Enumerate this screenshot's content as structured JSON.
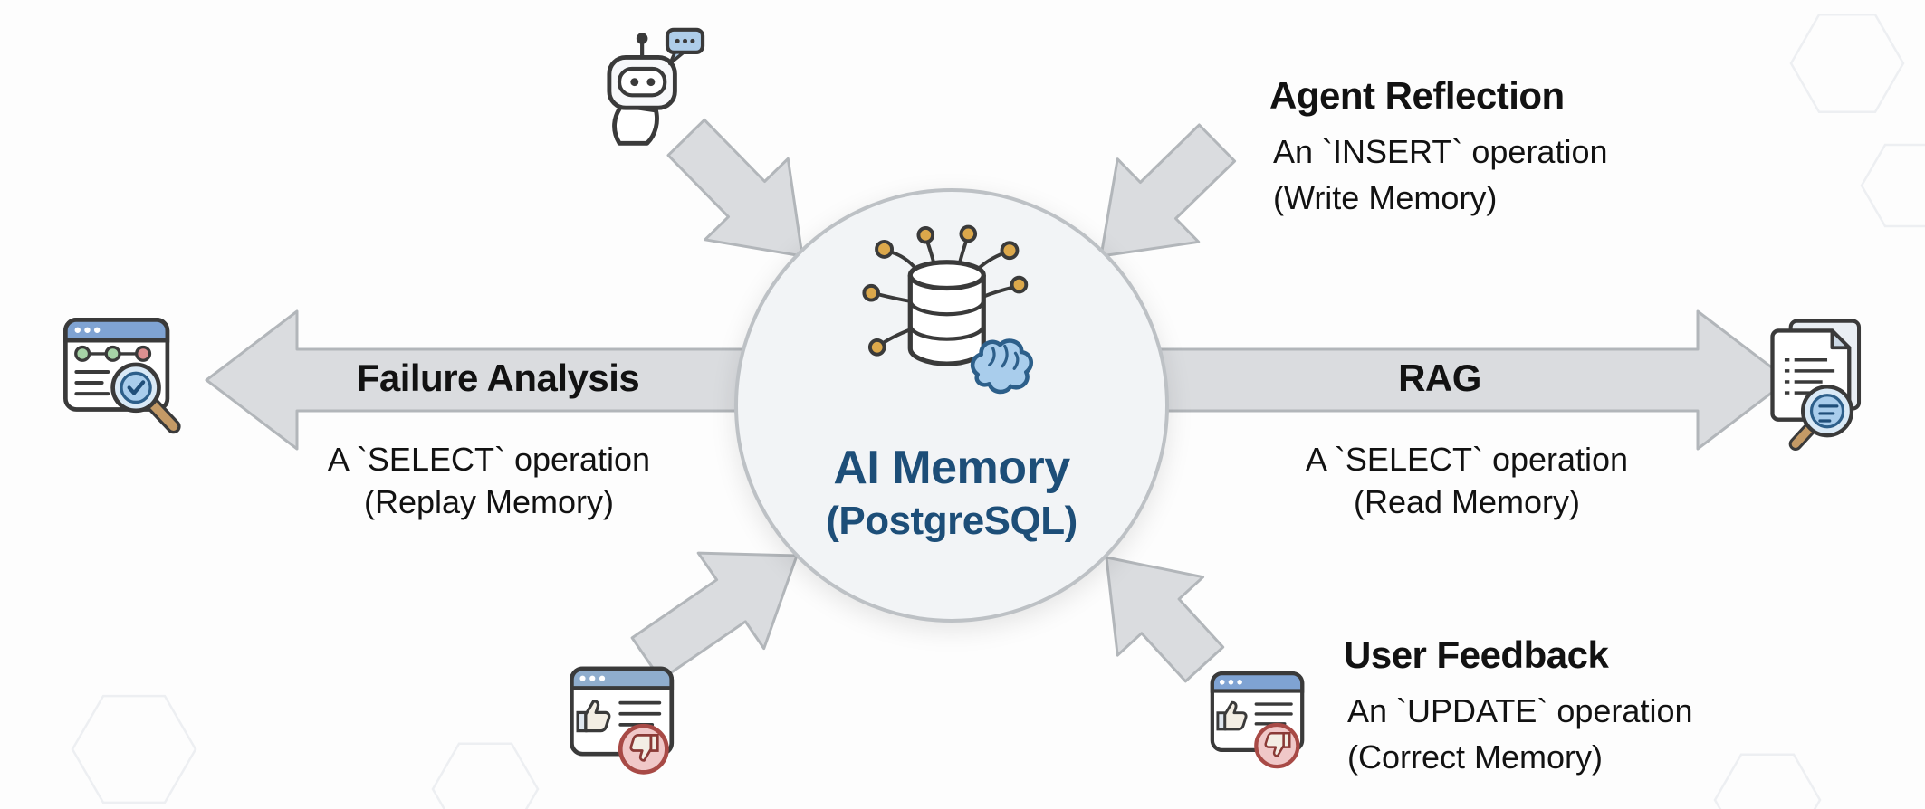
{
  "center": {
    "title": "AI Memory",
    "subtitle": "(PostgreSQL)",
    "icon": "database-brain-icon"
  },
  "flows": {
    "agent_reflection": {
      "title": "Agent Reflection",
      "operation": "An `INSERT` operation",
      "memory": "(Write Memory)",
      "direction": "into-center"
    },
    "rag": {
      "title": "RAG",
      "operation": "A `SELECT` operation",
      "memory": "(Read Memory)",
      "direction": "out-of-center"
    },
    "failure_analysis": {
      "title": "Failure Analysis",
      "operation": "A `SELECT` operation",
      "memory": "(Replay Memory)",
      "direction": "out-of-center"
    },
    "user_feedback": {
      "title": "User Feedback",
      "operation": "An `UPDATE` operation",
      "memory": "(Correct Memory)",
      "direction": "into-center"
    }
  },
  "icons": {
    "top": "robot-chat-icon",
    "far_left": "dashboard-inspect-icon",
    "far_right": "document-search-icon",
    "bottom_left": "feedback-thumbs-icon",
    "bottom_right": "feedback-thumbs-icon",
    "center": "database-brain-icon"
  },
  "colors": {
    "center_title": "#1d4e78",
    "arrow_fill": "#dadcdf",
    "arrow_stroke": "#b2b6ba",
    "circle_fill": "#f2f4f6",
    "circle_stroke": "#bdc1c5",
    "text": "#121212",
    "node_gold": "#dca84b",
    "brain_blue": "#a9cdec"
  }
}
